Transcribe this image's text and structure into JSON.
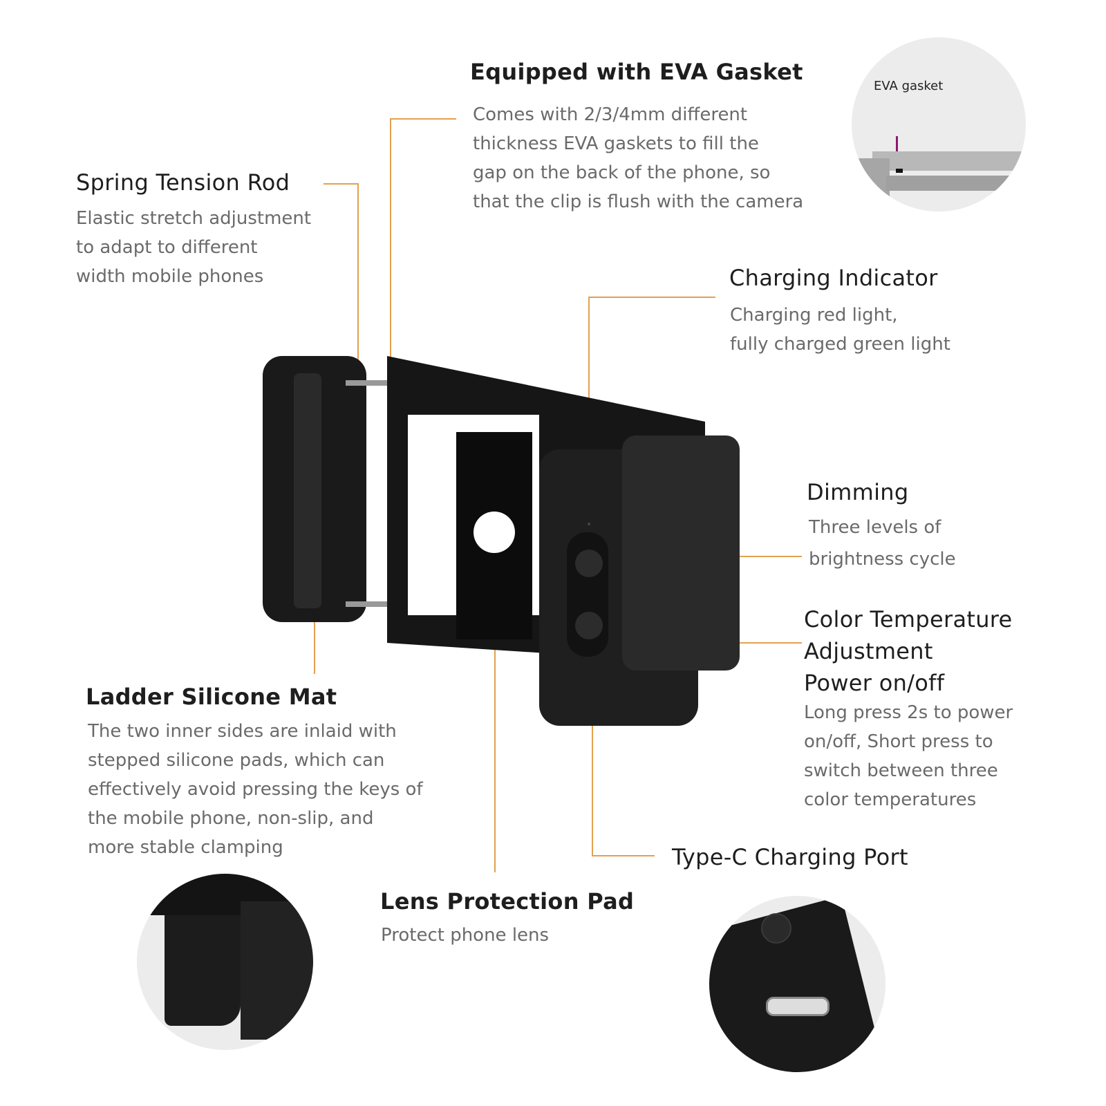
{
  "callouts": {
    "eva": {
      "title": "Equipped with EVA Gasket",
      "body": "Comes with 2/3/4mm different\nthickness EVA gaskets to fill the\ngap on the back of the phone, so\nthat the clip is flush with the camera"
    },
    "spring": {
      "title": "Spring Tension Rod",
      "body": "Elastic stretch adjustment\nto adapt to different\nwidth mobile phones"
    },
    "charging": {
      "title": "Charging Indicator",
      "body": "Charging red light,\nfully charged green light"
    },
    "dimming": {
      "title": "Dimming",
      "body": "Three levels of\nbrightness cycle"
    },
    "color": {
      "title": "Color Temperature\nAdjustment\nPower on/off",
      "body": "Long press 2s to power\non/off, Short press to\nswitch between three\ncolor temperatures"
    },
    "ladder": {
      "title": "Ladder Silicone Mat",
      "body": "The two inner sides are inlaid with\nstepped silicone pads, which can\neffectively avoid pressing the keys of\nthe mobile phone, non-slip, and\nmore stable clamping"
    },
    "typec": {
      "title": "Type-C Charging Port"
    },
    "lens": {
      "title": "Lens Protection Pad",
      "body": "Protect phone lens"
    }
  },
  "insets": {
    "eva_label": "EVA gasket"
  },
  "colors": {
    "leader": "#e3a04f",
    "gasket_marker": "#8a1a6e"
  }
}
